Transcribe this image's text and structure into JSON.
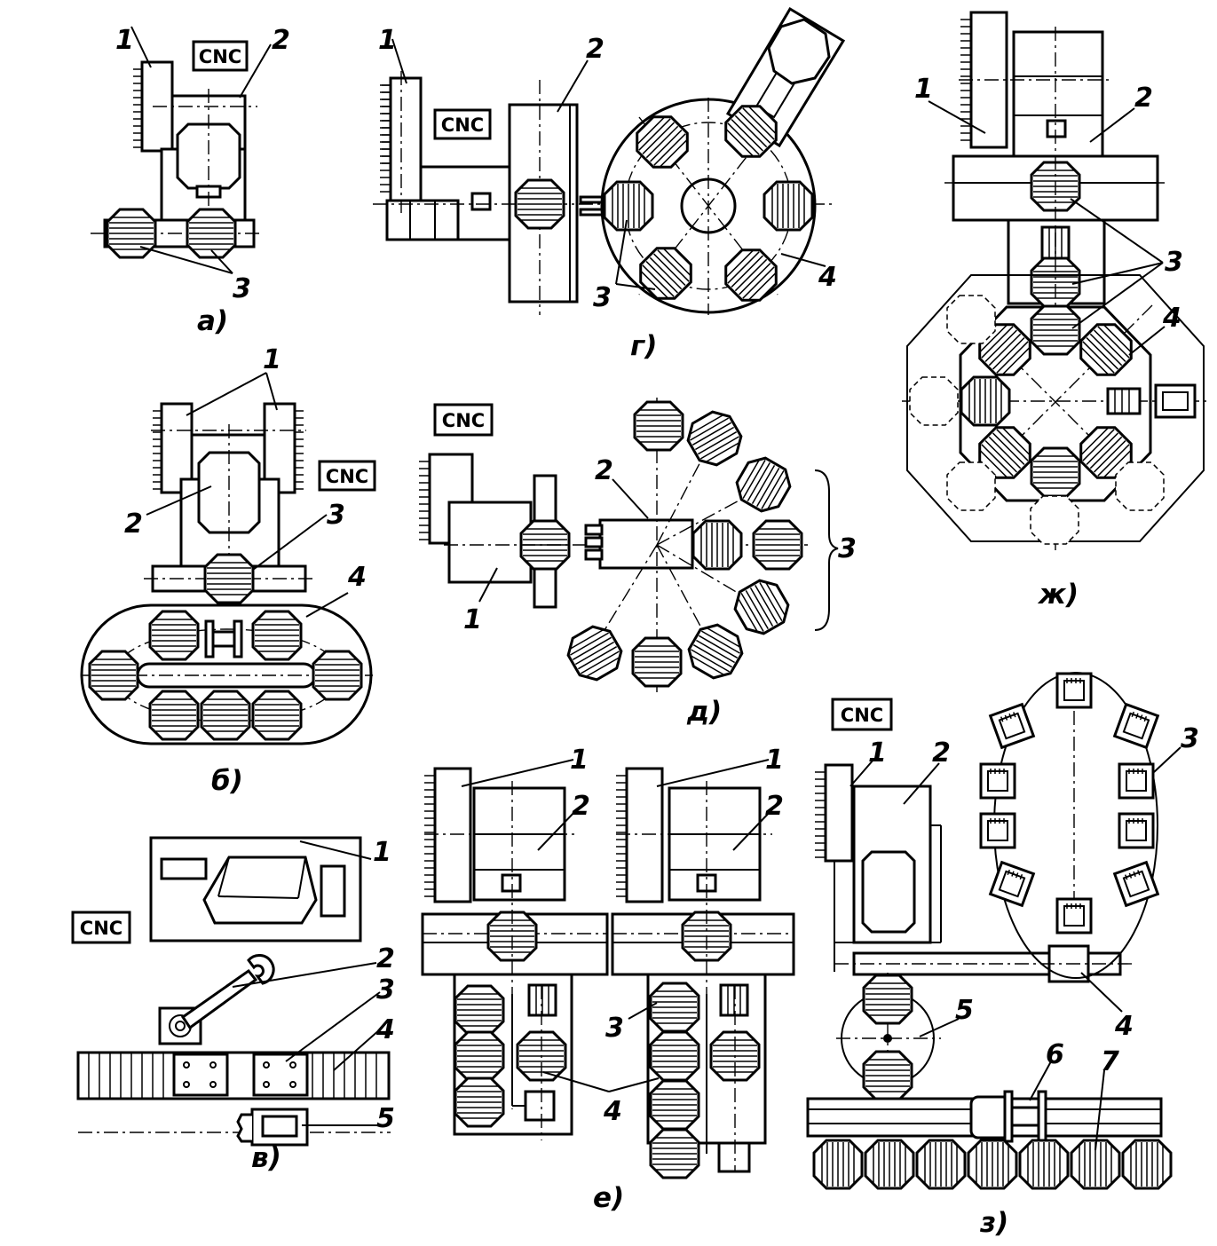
{
  "cnc_label": "CNC",
  "panels": [
    {
      "id": "a",
      "caption": "а)",
      "numbers": [
        "1",
        "2",
        "3"
      ]
    },
    {
      "id": "b",
      "caption": "б)",
      "numbers": [
        "1",
        "2",
        "3",
        "4"
      ]
    },
    {
      "id": "v",
      "caption": "в)",
      "numbers": [
        "1",
        "2",
        "3",
        "4",
        "5"
      ]
    },
    {
      "id": "g",
      "caption": "г)",
      "numbers": [
        "1",
        "2",
        "3",
        "4"
      ]
    },
    {
      "id": "d",
      "caption": "д)",
      "numbers": [
        "1",
        "2",
        "3"
      ]
    },
    {
      "id": "e",
      "caption": "е)",
      "numbers": [
        "1",
        "2",
        "1",
        "2",
        "3",
        "4"
      ]
    },
    {
      "id": "zh",
      "caption": "ж)",
      "numbers": [
        "1",
        "2",
        "3",
        "4"
      ]
    },
    {
      "id": "z",
      "caption": "з)",
      "numbers": [
        "1",
        "2",
        "3",
        "4",
        "5",
        "6",
        "7"
      ]
    }
  ],
  "colors": {
    "ink": "#000000",
    "paper": "#ffffff"
  }
}
